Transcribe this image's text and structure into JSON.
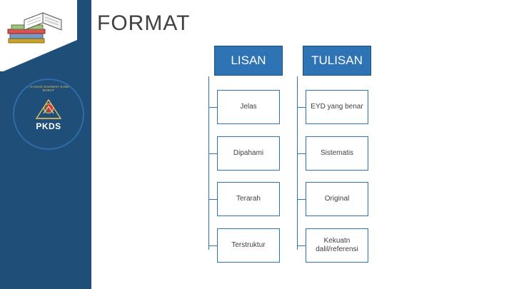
{
  "title": "FORMAT",
  "logo": {
    "ring_text_top": "PUSAT KAJIAN DAKWAH SUMATERA BARAT",
    "ring_text_bottom": "",
    "acronym": "PKDS"
  },
  "diagram": {
    "columns": [
      {
        "header": "LISAN",
        "items": [
          "Jelas",
          "Dipahami",
          "Terarah",
          "Terstruktur"
        ]
      },
      {
        "header": "TULISAN",
        "items": [
          "EYD yang benar",
          "Sistematis",
          "Original",
          "Kekuatn dalil/referensi"
        ]
      }
    ]
  },
  "colors": {
    "sidebar": "#1f4e79",
    "header_box": "#2e74b5",
    "node_border": "#2e74b5",
    "title_text": "#404040"
  }
}
